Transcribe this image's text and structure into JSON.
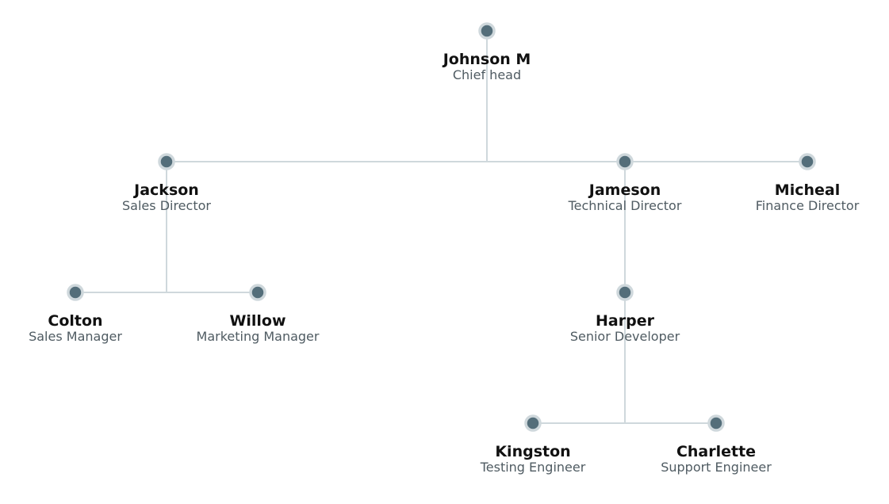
{
  "colors": {
    "connector": "#cfd8dc",
    "node_fill": "#546e7a",
    "node_ring": "#cfd8dc",
    "name_text": "#111111",
    "title_text": "#4f5b62"
  },
  "org": {
    "nodes": [
      {
        "id": "johnson",
        "name": "Johnson M",
        "title": "Chief head",
        "parent": null
      },
      {
        "id": "jackson",
        "name": "Jackson",
        "title": "Sales Director",
        "parent": "johnson"
      },
      {
        "id": "jameson",
        "name": "Jameson",
        "title": "Technical Director",
        "parent": "johnson"
      },
      {
        "id": "micheal",
        "name": "Micheal",
        "title": "Finance Director",
        "parent": "johnson"
      },
      {
        "id": "colton",
        "name": "Colton",
        "title": "Sales Manager",
        "parent": "jackson"
      },
      {
        "id": "willow",
        "name": "Willow",
        "title": "Marketing Manager",
        "parent": "jackson"
      },
      {
        "id": "harper",
        "name": "Harper",
        "title": "Senior Developer",
        "parent": "jameson"
      },
      {
        "id": "kingston",
        "name": "Kingston",
        "title": "Testing Engineer",
        "parent": "harper"
      },
      {
        "id": "charlette",
        "name": "Charlette",
        "title": "Support Engineer",
        "parent": "harper"
      }
    ]
  }
}
